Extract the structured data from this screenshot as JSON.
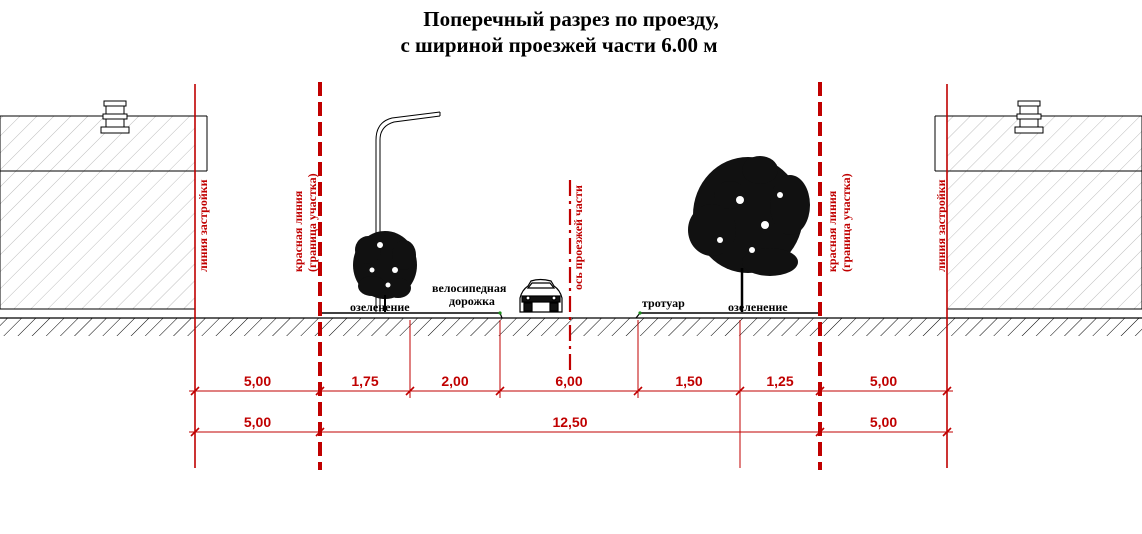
{
  "title": {
    "line1": "Поперечный разрез по проезду,",
    "line2": "с шириной проезжей части 6.00 м"
  },
  "labels": {
    "building_line": "линия застройки",
    "red_line_1": "красная линия",
    "red_line_2": "(граница участка)",
    "axis": "ось проезжей части",
    "greenery": "озеленение",
    "bike_1": "велосипедная",
    "bike_2": "дорожка",
    "sidewalk": "тротуар"
  },
  "dimensions_row1": [
    "5,00",
    "1,75",
    "2,00",
    "6,00",
    "1,50",
    "1,25",
    "5,00"
  ],
  "dimensions_row2": [
    "5,00",
    "12,50",
    "5,00"
  ],
  "colors": {
    "red": "#c00000",
    "ink": "#000000",
    "green": "#1a8c1a"
  }
}
